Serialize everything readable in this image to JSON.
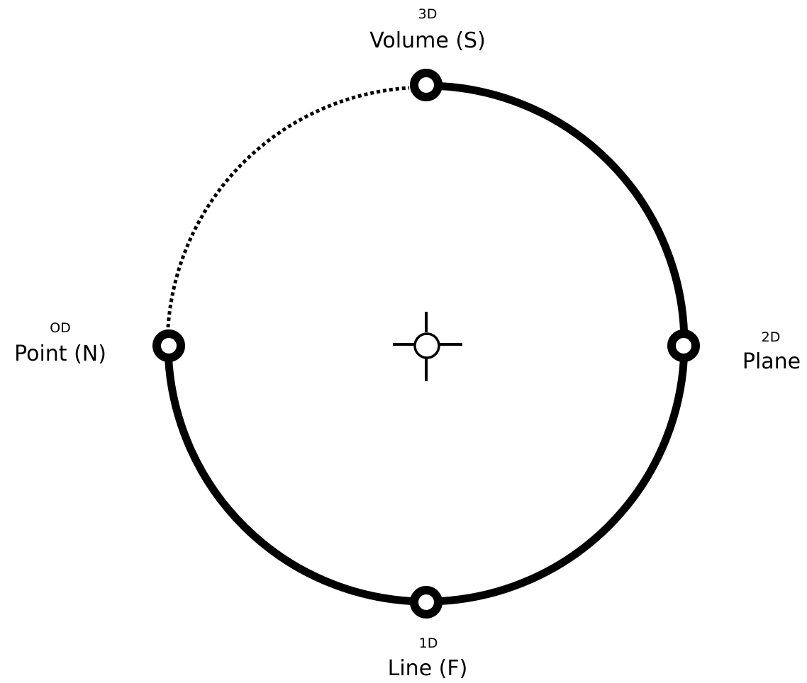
{
  "colors": {
    "stroke": "#000000",
    "background": "#ffffff"
  },
  "nodes": {
    "volume": {
      "dimension": "3D",
      "label": "Volume (S)"
    },
    "plane": {
      "dimension": "2D",
      "label": "Plane"
    },
    "line": {
      "dimension": "1D",
      "label": "Line (F)"
    },
    "point": {
      "dimension": "OD",
      "label": "Point (N)"
    }
  },
  "center": {
    "icon": "crosshair-icon"
  }
}
